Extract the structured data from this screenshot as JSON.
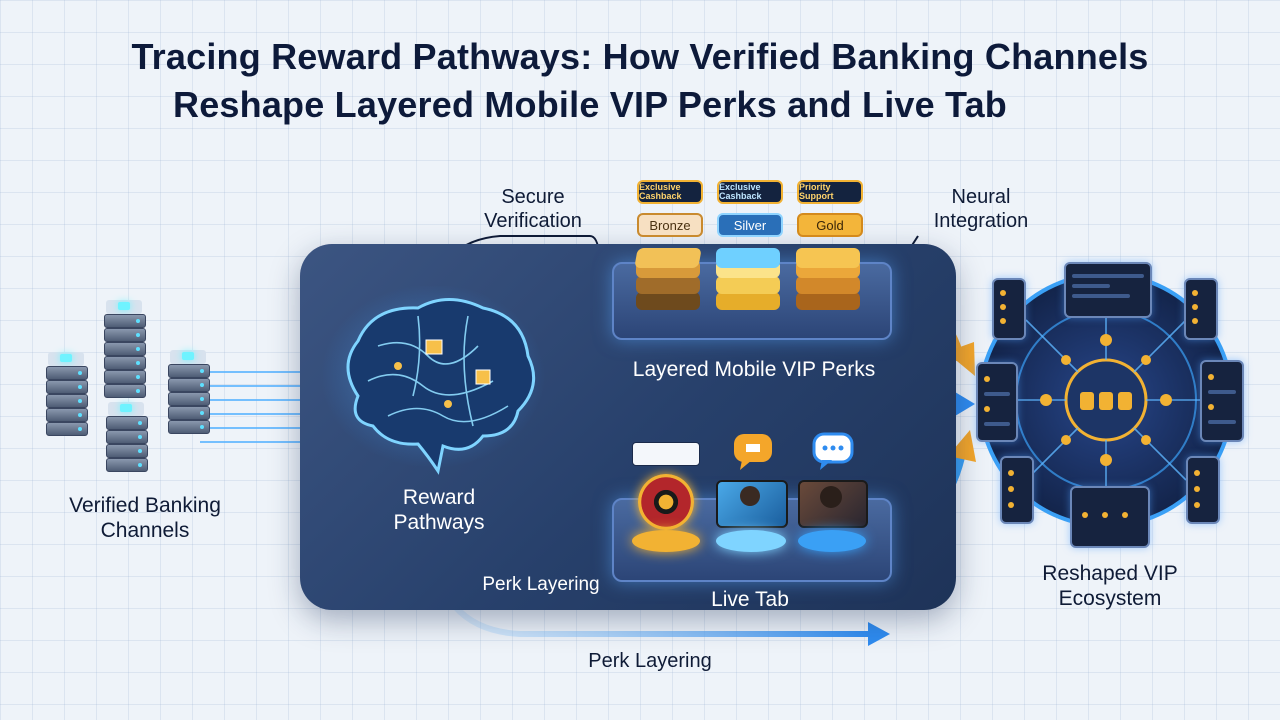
{
  "title": {
    "line1": "Tracing Reward Pathways: How Verified Banking Channels",
    "line2": "Reshape Layered Mobile VIP Perks and Live Tab"
  },
  "labels": {
    "verified_banking": "Verified Banking Channels",
    "secure_verification": "Secure Verification",
    "neural_integration": "Neural Integration",
    "reward_pathways": "Reward Pathways",
    "layered_perks": "Layered Mobile VIP Perks",
    "live_tab": "Live Tab",
    "perk_layering_inner": "Perk Layering",
    "perk_layering_outer": "Perk Layering",
    "reshaped_ecosystem": "Reshaped VIP Ecosystem"
  },
  "perk_badges": [
    "Exclusive Cashback",
    "Exclusive Cashback",
    "Priority Support"
  ],
  "tiers": [
    "Bronze",
    "Silver",
    "Gold"
  ],
  "colors": {
    "title": "#0d1a3a",
    "panel": "#27406b",
    "flow_blue": "#2f8cf0",
    "flow_orange": "#f4a62a",
    "bronze": "#c98a2e",
    "silver": "#6fc4f0",
    "gold": "#f1b632"
  },
  "icons": [
    "server-icon",
    "brain-circuit-icon",
    "chat-bubble-icon",
    "roulette-wheel-icon",
    "hub-icon",
    "phone-icon"
  ]
}
